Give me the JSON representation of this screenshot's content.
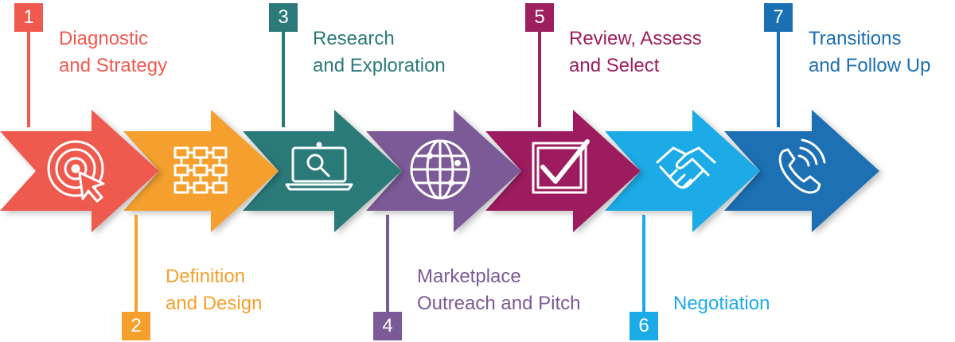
{
  "colors": {
    "step1": "#ef5a4f",
    "step2": "#f5a02d",
    "step3": "#2b7a79",
    "step4": "#7b5a97",
    "step5": "#9d1f5e",
    "step6": "#1cabe6",
    "step7": "#1b6fb3"
  },
  "steps": [
    {
      "number": "1",
      "line1": "Diagnostic",
      "line2": "and Strategy",
      "icon": "target-cursor-icon"
    },
    {
      "number": "2",
      "line1": "Definition",
      "line2": "and Design",
      "icon": "flowchart-grid-icon"
    },
    {
      "number": "3",
      "line1": "Research",
      "line2": "and Exploration",
      "icon": "laptop-search-icon"
    },
    {
      "number": "4",
      "line1": "Marketplace",
      "line2": "Outreach and Pitch",
      "icon": "globe-icon"
    },
    {
      "number": "5",
      "line1": "Review, Assess",
      "line2": "and Select",
      "icon": "checkbox-icon"
    },
    {
      "number": "6",
      "line1": "Negotiation",
      "line2": "",
      "icon": "handshake-icon"
    },
    {
      "number": "7",
      "line1": "Transitions",
      "line2": "and Follow Up",
      "icon": "phone-call-icon"
    }
  ]
}
